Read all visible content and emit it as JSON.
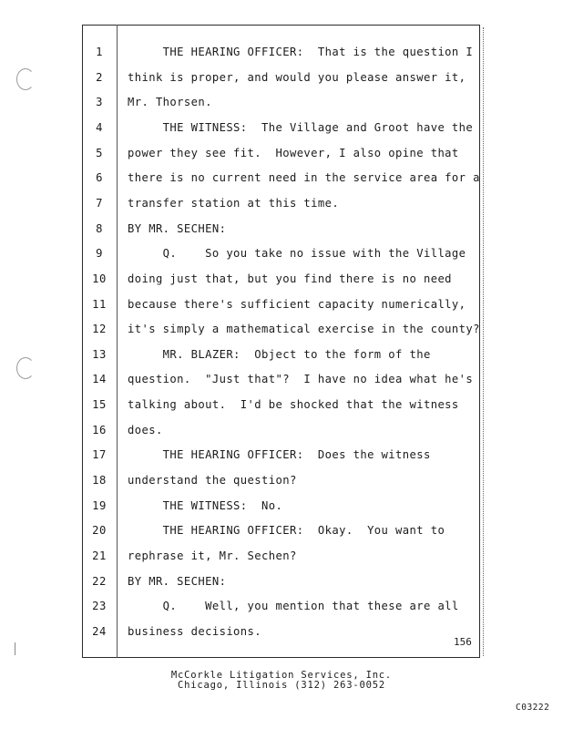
{
  "transcript": {
    "lines": [
      {
        "n": "1",
        "text": "     THE HEARING OFFICER:  That is the question I"
      },
      {
        "n": "2",
        "text": "think is proper, and would you please answer it,"
      },
      {
        "n": "3",
        "text": "Mr. Thorsen."
      },
      {
        "n": "4",
        "text": "     THE WITNESS:  The Village and Groot have the"
      },
      {
        "n": "5",
        "text": "power they see fit.  However, I also opine that"
      },
      {
        "n": "6",
        "text": "there is no current need in the service area for a"
      },
      {
        "n": "7",
        "text": "transfer station at this time."
      },
      {
        "n": "8",
        "text": "BY MR. SECHEN:"
      },
      {
        "n": "9",
        "text": "     Q.    So you take no issue with the Village"
      },
      {
        "n": "10",
        "text": "doing just that, but you find there is no need"
      },
      {
        "n": "11",
        "text": "because there's sufficient capacity numerically,"
      },
      {
        "n": "12",
        "text": "it's simply a mathematical exercise in the county?"
      },
      {
        "n": "13",
        "text": "     MR. BLAZER:  Object to the form of the"
      },
      {
        "n": "14",
        "text": "question.  \"Just that\"?  I have no idea what he's"
      },
      {
        "n": "15",
        "text": "talking about.  I'd be shocked that the witness"
      },
      {
        "n": "16",
        "text": "does."
      },
      {
        "n": "17",
        "text": "     THE HEARING OFFICER:  Does the witness"
      },
      {
        "n": "18",
        "text": "understand the question?"
      },
      {
        "n": "19",
        "text": "     THE WITNESS:  No."
      },
      {
        "n": "20",
        "text": "     THE HEARING OFFICER:  Okay.  You want to"
      },
      {
        "n": "21",
        "text": "rephrase it, Mr. Sechen?"
      },
      {
        "n": "22",
        "text": "BY MR. SECHEN:"
      },
      {
        "n": "23",
        "text": "     Q.    Well, you mention that these are all"
      },
      {
        "n": "24",
        "text": "business decisions."
      }
    ],
    "page_number": "156"
  },
  "footer": {
    "line1": "McCorkle Litigation Services, Inc.",
    "line2": "Chicago, Illinois  (312) 263-0052"
  },
  "bates": "C03222"
}
